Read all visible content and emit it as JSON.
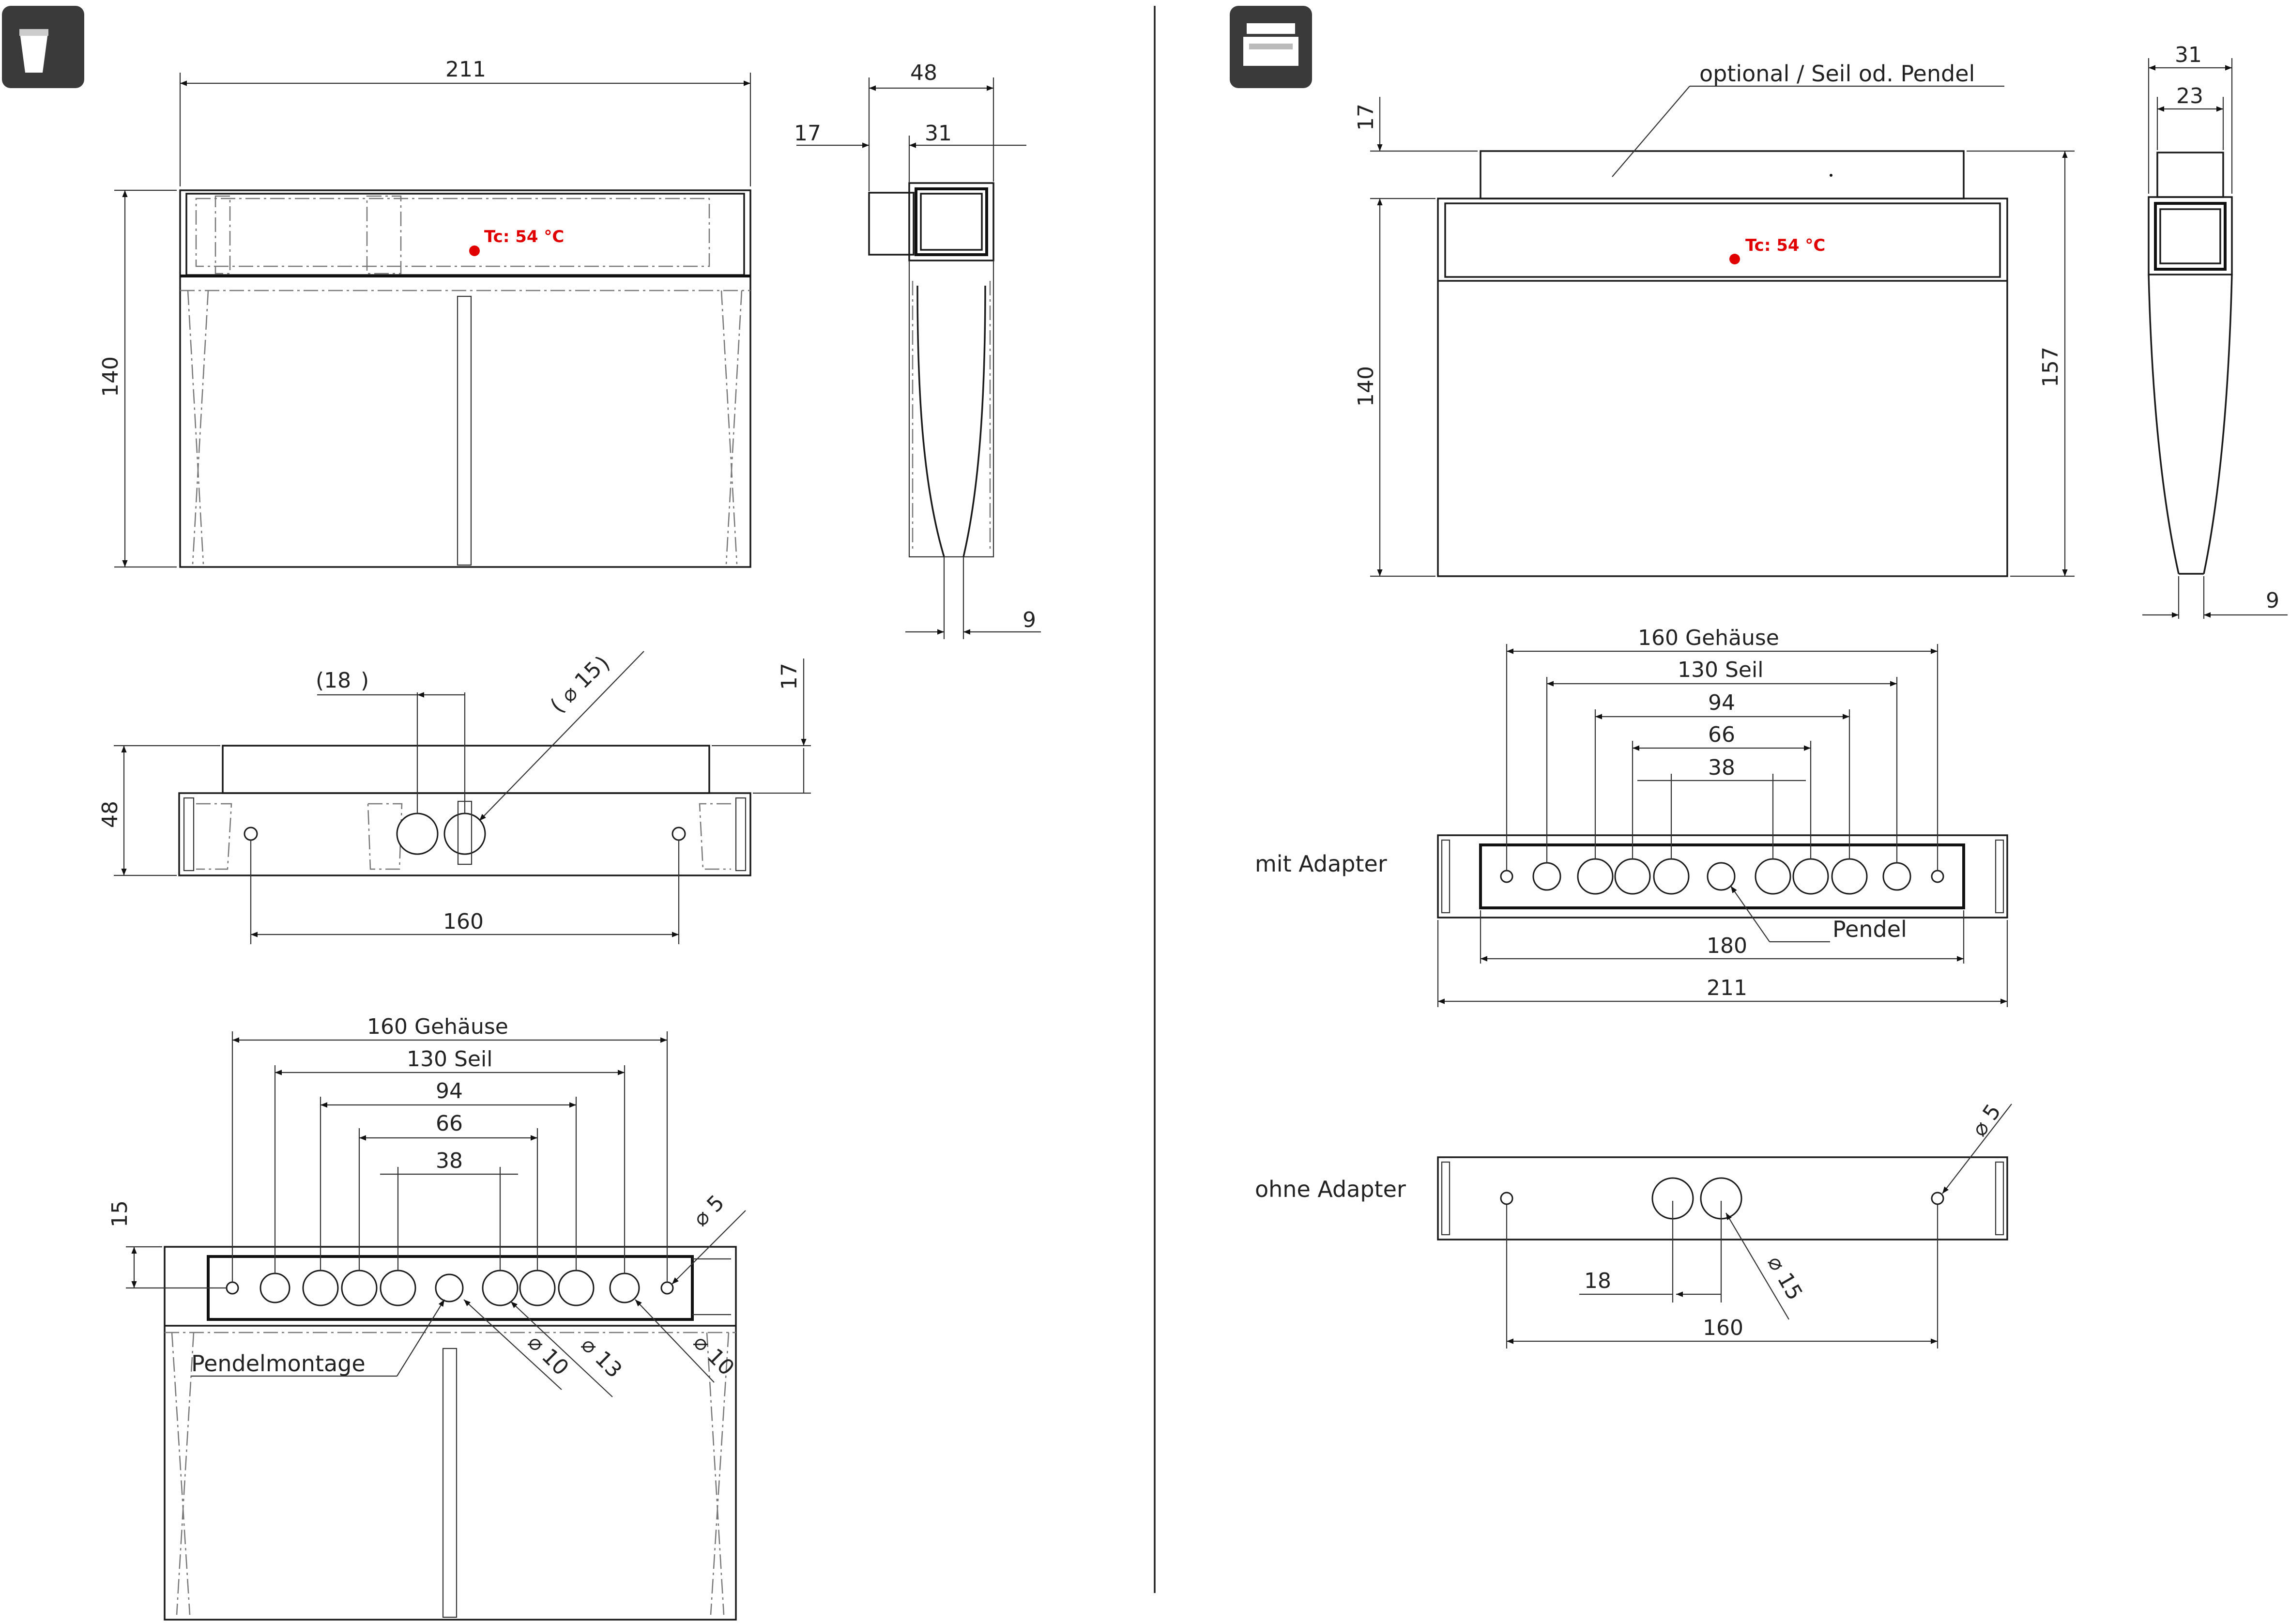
{
  "accent_color": "#e00000",
  "line_color": "#1a1a1a",
  "icons": {
    "left": "wall-mount-icon",
    "right": "ceiling-mount-icon"
  },
  "left_panel": {
    "front": {
      "w": "211",
      "h": "140",
      "tc": "Tc: 54 °C"
    },
    "side": {
      "d": "48",
      "a": "17",
      "b": "31",
      "tip": "9"
    },
    "top": {
      "paren": "(18",
      "dia": "( ⌀ 15",
      "h": "48",
      "rise": "17",
      "spacing": "160"
    },
    "mount": {
      "d160": "160 Gehäuse",
      "d130": "130 Seil",
      "d94": "94",
      "d66": "66",
      "d38": "38",
      "h15": "15",
      "dia5": "⌀ 5",
      "label": "Pendelmontage",
      "dia10a": "⌀ 10",
      "dia13": "⌀ 13",
      "dia10b": "⌀ 10"
    }
  },
  "right_panel": {
    "front": {
      "optional": "optional / Seil od. Pendel",
      "h17": "17",
      "h140": "140",
      "h157": "157",
      "tc": "Tc: 54 °C"
    },
    "side": {
      "d31": "31",
      "d23": "23",
      "tip": "9"
    },
    "mit": {
      "label": "mit Adapter",
      "d160": "160 Gehäuse",
      "d130": "130 Seil",
      "d94": "94",
      "d66": "66",
      "d38": "38",
      "pendel": "Pendel",
      "d180": "180",
      "d211": "211"
    },
    "ohne": {
      "label": "ohne Adapter",
      "dia5": "⌀ 5",
      "d18": "18",
      "dia15": "⌀ 15",
      "d160": "160"
    }
  }
}
